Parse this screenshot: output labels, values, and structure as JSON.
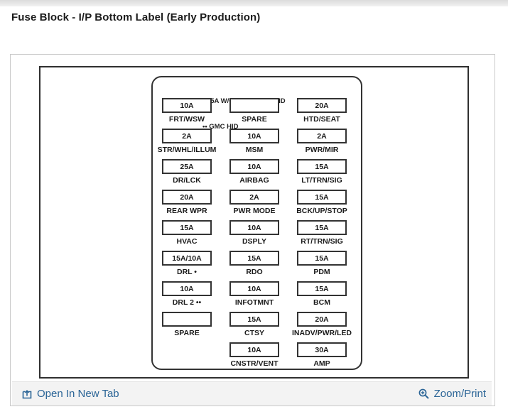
{
  "page": {
    "title": "Fuse Block - I/P Bottom Label (Early Production)"
  },
  "diagram": {
    "notes": [
      "• 15A W/O HID, 10A W/HID",
      "•• GMC HID"
    ],
    "rows": [
      [
        {
          "amp": "10A",
          "label": "FRT/WSW"
        },
        {
          "amp": "",
          "label": "SPARE"
        },
        {
          "amp": "20A",
          "label": "HTD/SEAT"
        }
      ],
      [
        {
          "amp": "2A",
          "label": "STR/WHL/ILLUM"
        },
        {
          "amp": "10A",
          "label": "MSM"
        },
        {
          "amp": "2A",
          "label": "PWR/MIR"
        }
      ],
      [
        {
          "amp": "25A",
          "label": "DR/LCK"
        },
        {
          "amp": "10A",
          "label": "AIRBAG"
        },
        {
          "amp": "15A",
          "label": "LT/TRN/SIG"
        }
      ],
      [
        {
          "amp": "20A",
          "label": "REAR WPR"
        },
        {
          "amp": "2A",
          "label": "PWR MODE"
        },
        {
          "amp": "15A",
          "label": "BCK/UP/STOP"
        }
      ],
      [
        {
          "amp": "15A",
          "label": "HVAC"
        },
        {
          "amp": "10A",
          "label": "DSPLY"
        },
        {
          "amp": "15A",
          "label": "RT/TRN/SIG"
        }
      ],
      [
        {
          "amp": "15A/10A",
          "label": "DRL •"
        },
        {
          "amp": "15A",
          "label": "RDO"
        },
        {
          "amp": "15A",
          "label": "PDM"
        }
      ],
      [
        {
          "amp": "10A",
          "label": "DRL 2 ••"
        },
        {
          "amp": "10A",
          "label": "INFOTMNT"
        },
        {
          "amp": "15A",
          "label": "BCM"
        }
      ],
      [
        {
          "amp": "",
          "label": "SPARE"
        },
        {
          "amp": "15A",
          "label": "CTSY"
        },
        {
          "amp": "20A",
          "label": "INADV/PWR/LED"
        }
      ],
      [
        null,
        {
          "amp": "10A",
          "label": "CNSTR/VENT"
        },
        {
          "amp": "30A",
          "label": "AMP"
        }
      ]
    ]
  },
  "footer": {
    "open_in_new_tab_label": "Open In New Tab",
    "zoom_print_label": "Zoom/Print",
    "icons": [
      "open-in-new-tab-icon",
      "zoom-magnifier-icon"
    ]
  },
  "colors": {
    "link_blue": "#2a6496",
    "diagram_line": "#333333",
    "frame_border": "#2f2f2f",
    "footer_bg": "#f3f3f3",
    "viewer_border": "#c9c9c9"
  }
}
